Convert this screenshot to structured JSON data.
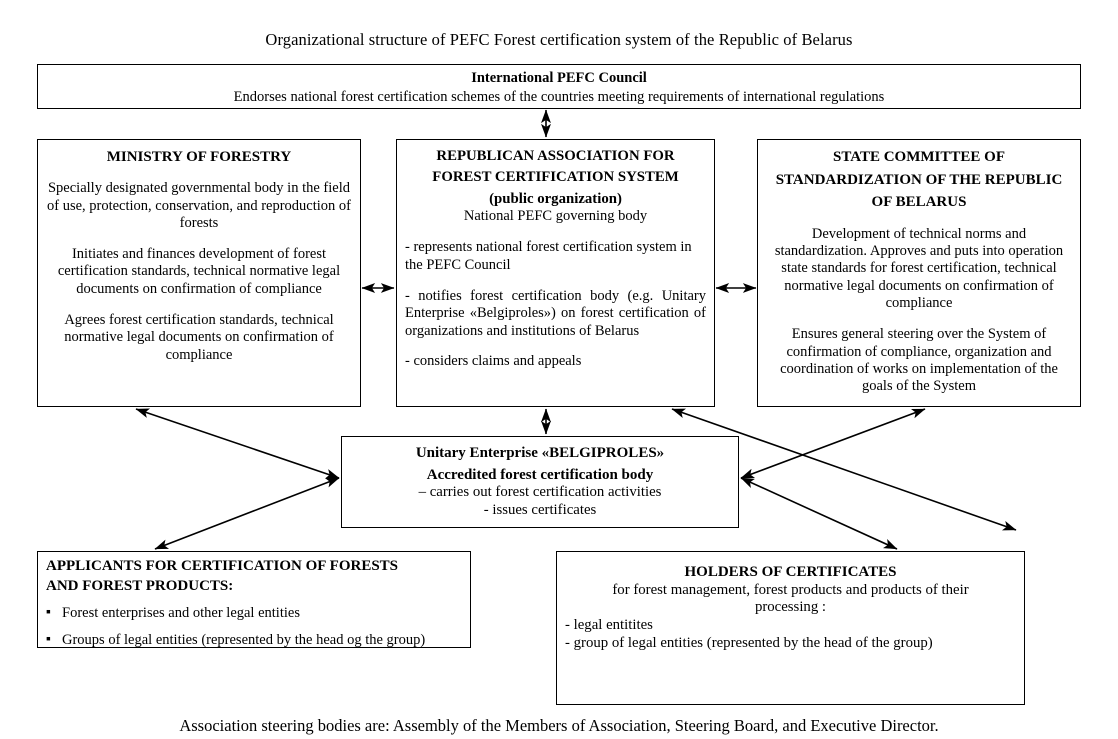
{
  "title": "Organizational structure of  PEFC Forest certification system of the Republic of Belarus",
  "footer": "Association steering bodies are:  Assembly of the Members of Association,  Steering Board, and Executive Director.",
  "boxes": {
    "council": {
      "heading": "International PEFC Council",
      "body": "Endorses national forest certification schemes  of the countries meeting requirements of international regulations"
    },
    "ministry": {
      "heading": "MINISTRY OF FORESTRY",
      "p1": "Specially designated governmental body in the field of use, protection, conservation, and reproduction of forests",
      "p2": "Initiates and finances development of forest certification standards, technical normative legal documents on confirmation of compliance",
      "p3": "Agrees forest certification standards, technical normative legal documents on confirmation of compliance"
    },
    "association": {
      "heading_line1": "REPUBLICAN ASSOCIATION FOR",
      "heading_line2": "FOREST CERTIFICATION  SYSTEM",
      "heading_line3": "(public organization)",
      "subheading": "National PEFC governing body",
      "p1": "- represents national forest certification system in  the PEFC Council",
      "p2": "- notifies  forest  certification  body  (e.g. Unitary Enterprise «Belgiproles») on forest certification of organizations and institutions of Belarus",
      "p3": "- considers claims and appeals"
    },
    "standardization": {
      "heading_line1": "STATE COMMITTEE OF",
      "heading_line2": "STANDARDIZATION OF THE REPUBLIC",
      "heading_line3": "OF BELARUS",
      "p1": "Development of  technical norms and standardization. Approves and puts into operation  state standards for forest certification, technical normative legal documents on confirmation of compliance",
      "p2": "Ensures general steering over the System of confirmation of compliance, organization and coordination of works on implementation of the goals of the System"
    },
    "belgiproles": {
      "heading_line1": "Unitary Enterprise «BELGIPROLES»",
      "heading_line2": "Accredited forest certification body",
      "p1": "–  carries out forest certification activities",
      "p2": "- issues certificates"
    },
    "applicants": {
      "heading_line1": "APPLICANTS  FOR  CERTIFICATION  OF FORESTS",
      "heading_line2": "AND FOREST PRODUCTS:",
      "bullet_mark": "▪",
      "bullet1": "Forest enterprises and other legal entities",
      "bullet2": "Groups of legal entities  (represented by the head og the group)"
    },
    "holders": {
      "heading": "HOLDERS OF  CERTIFICATES",
      "sub_line1": "for forest management,  forest products and products of their",
      "sub_line2": "processing :",
      "item1": "- legal entitites",
      "item2": "- group of legal entities (represented by the head of the group)"
    }
  },
  "connections": [
    {
      "name": "council-association",
      "style": "double",
      "orientation": "vertical"
    },
    {
      "name": "ministry-association",
      "style": "double",
      "orientation": "horizontal"
    },
    {
      "name": "association-standardization",
      "style": "double",
      "orientation": "horizontal"
    },
    {
      "name": "association-belgiproles",
      "style": "double",
      "orientation": "vertical"
    },
    {
      "name": "ministry-belgiproles",
      "style": "double",
      "orientation": "diagonal"
    },
    {
      "name": "applicants-belgiproles",
      "style": "double",
      "orientation": "diagonal"
    },
    {
      "name": "belgiproles-standardization",
      "style": "double",
      "orientation": "diagonal"
    },
    {
      "name": "belgiproles-holders",
      "style": "double",
      "orientation": "diagonal"
    },
    {
      "name": "association-holders-right",
      "style": "double",
      "orientation": "diagonal"
    }
  ],
  "colors": {
    "background": "#ffffff",
    "stroke": "#000000",
    "text": "#000000"
  }
}
